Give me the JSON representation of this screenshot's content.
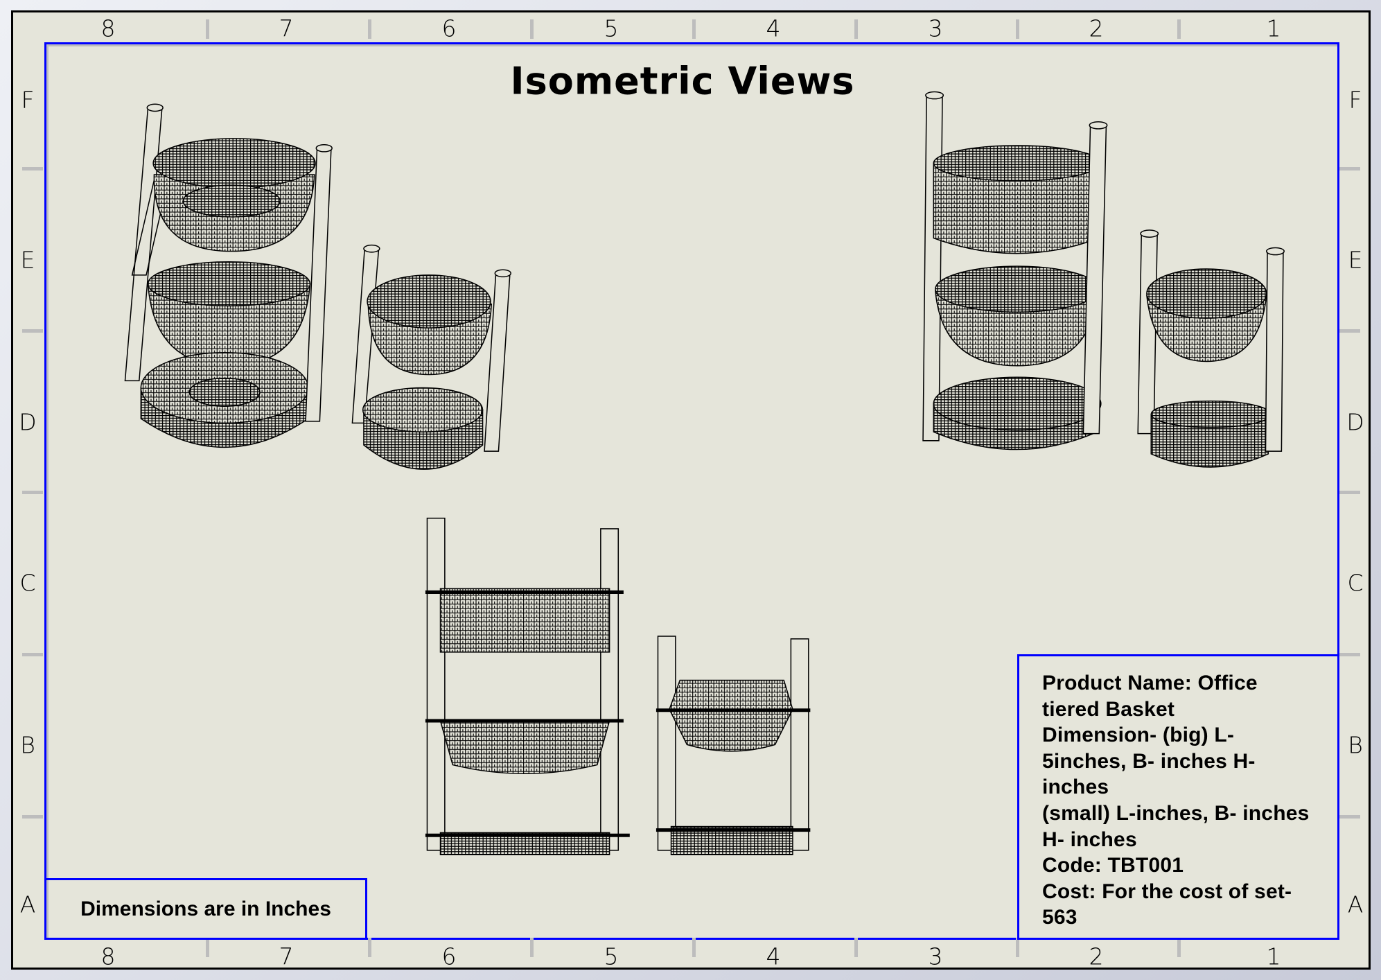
{
  "sheet": {
    "columns_top": [
      "8",
      "7",
      "6",
      "5",
      "4",
      "3",
      "2",
      "1"
    ],
    "columns_bottom": [
      "8",
      "7",
      "6",
      "5",
      "4",
      "3",
      "2",
      "1"
    ],
    "rows_left": [
      "F",
      "E",
      "D",
      "C",
      "B",
      "A"
    ],
    "rows_right": [
      "F",
      "E",
      "D",
      "C",
      "B",
      "A"
    ],
    "frame_color": "#0000ff",
    "paper_color": "#e5e5da"
  },
  "title": "Isometric Views",
  "note": "Dimensions are in Inches",
  "info": {
    "lines": [
      "Product Name: Office",
      "tiered Basket",
      "Dimension- (big) L-",
      "5inches, B- inches H-",
      "inches",
      "(small) L-inches, B- inches",
      "H- inches",
      "Code: TBT001",
      "Cost: For the cost of set-",
      "563"
    ]
  }
}
